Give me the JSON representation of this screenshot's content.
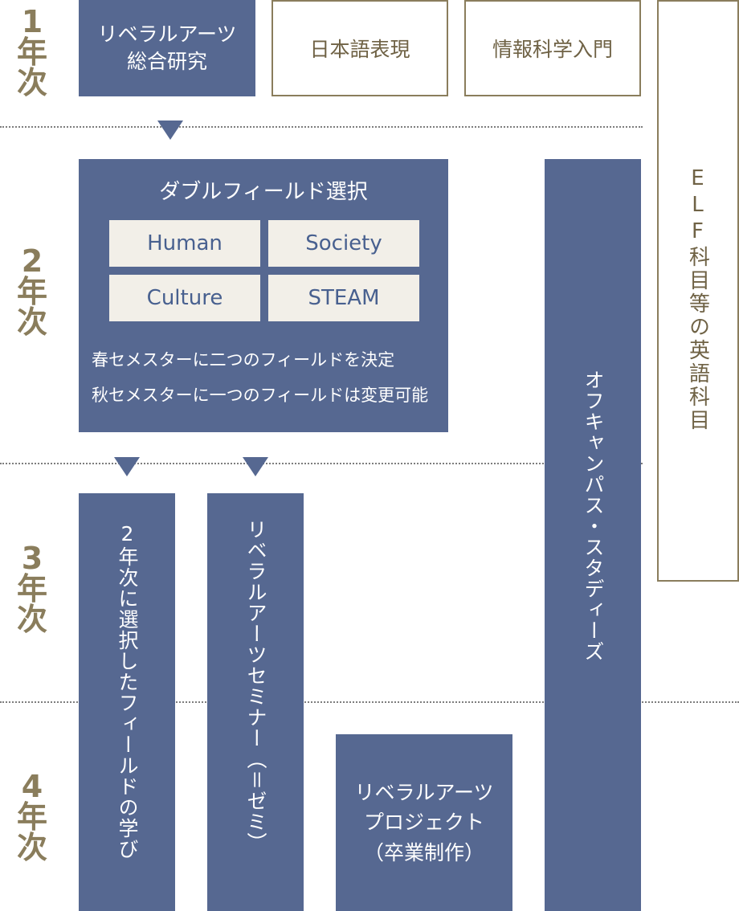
{
  "years": [
    {
      "num": "1",
      "c1": "年",
      "c2": "次"
    },
    {
      "num": "2",
      "c1": "年",
      "c2": "次"
    },
    {
      "num": "3",
      "c1": "年",
      "c2": "次"
    },
    {
      "num": "4",
      "c1": "年",
      "c2": "次"
    }
  ],
  "year1": {
    "liberal_arts": {
      "line1": "リベラルアーツ",
      "line2": "総合研究"
    },
    "japanese": "日本語表現",
    "info_science": "情報科学入門"
  },
  "elf": "ELF科目等の英語科目",
  "double_field": {
    "title": "ダブルフィールド選択",
    "fields": [
      "Human",
      "Society",
      "Culture",
      "STEAM"
    ],
    "note1": "春セメスターに二つのフィールドを決定",
    "note2": "秋セメスターに一つのフィールドは変更可能"
  },
  "off_campus": "オフキャンパス・スタディーズ",
  "field_study": "2年次に選択したフィールドの学び",
  "seminar": "リベラルアーツセミナー（＝ゼミ）",
  "project": {
    "line1": "リベラルアーツ",
    "line2": "プロジェクト",
    "line3": "（卒業制作）"
  },
  "colors": {
    "navy": "#566891",
    "gold": "#8a7d5c",
    "chip": "#f2efe8"
  }
}
